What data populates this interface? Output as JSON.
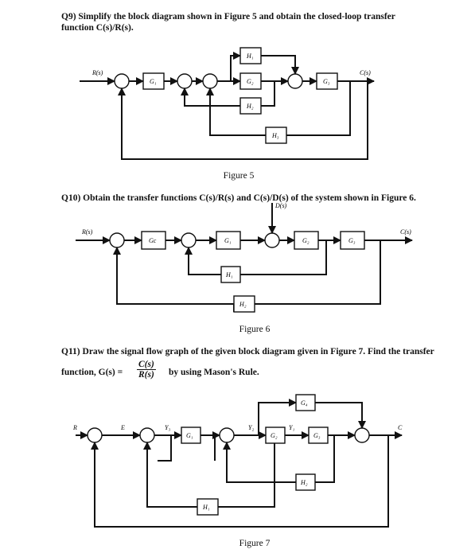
{
  "q9": {
    "line1": "Q9) Simplify the block diagram shown in Figure 5 and obtain the closed-loop transfer",
    "line2": "function C(s)/R(s).",
    "figure_caption": "Figure 5",
    "labels": {
      "input": "R(s)",
      "output": "C(s)",
      "g1": "G₁",
      "g2": "G₂",
      "g3": "G₃",
      "h1": "H₁",
      "h2": "H₂",
      "h3": "H₃"
    }
  },
  "q10": {
    "line1": "Q10) Obtain the transfer functions C(s)/R(s) and C(s)/D(s) of the system shown in Figure 6.",
    "figure_caption": "Figure 6",
    "labels": {
      "input": "R(s)",
      "output": "C(s)",
      "disturbance": "D(s)",
      "gc": "Gc",
      "g1": "G₁",
      "g2": "G₂",
      "g3": "G₃",
      "h1": "H₁",
      "h2": "H₂"
    }
  },
  "q11": {
    "line1": "Q11) Draw the signal flow graph of the given block diagram given in Figure 7. Find the transfer",
    "prefix": "function, G(s) =",
    "numerator": "C(s)",
    "denominator": "R(s)",
    "suffix": "by using Mason's Rule.",
    "figure_caption": "Figure 7",
    "labels": {
      "input": "R",
      "output": "C",
      "e": "E",
      "y1": "Y₁",
      "y2": "Y₂",
      "y3": "Y₃",
      "g1": "G₁",
      "g2": "G₂",
      "g3": "G₃",
      "g4": "G₄",
      "h1": "H₁",
      "h2": "H₂"
    }
  }
}
